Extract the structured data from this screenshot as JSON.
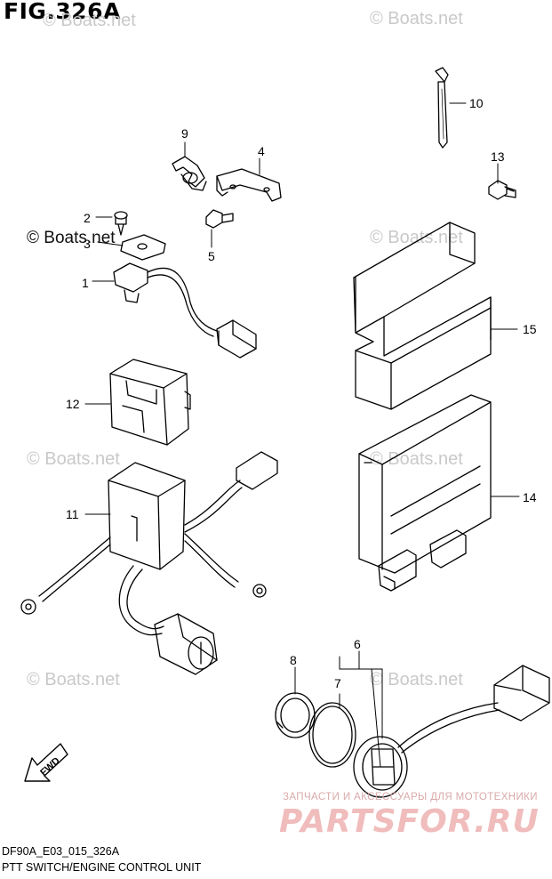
{
  "figure": {
    "title": "FIG.326A",
    "diagram_code": "DF90A_E03_015_326A",
    "caption": "PTT SWITCH/ENGINE CONTROL UNIT"
  },
  "watermarks": {
    "boats_net": "© Boats.net",
    "reseller_tagline": "ЗАПЧАСТИ И АКСЕССУАРЫ ДЛЯ МОТОТЕХНИКИ",
    "reseller_logo": "PARTSFOR.RU"
  },
  "direction_arrow": {
    "text": "FWD"
  },
  "callouts": [
    "1",
    "2",
    "3",
    "4",
    "5",
    "6",
    "7",
    "8",
    "9",
    "10",
    "11",
    "12",
    "13",
    "14",
    "15"
  ],
  "colors": {
    "line": "#000000",
    "watermark": "#c9c9c9",
    "reseller": "#f0bcbc"
  }
}
